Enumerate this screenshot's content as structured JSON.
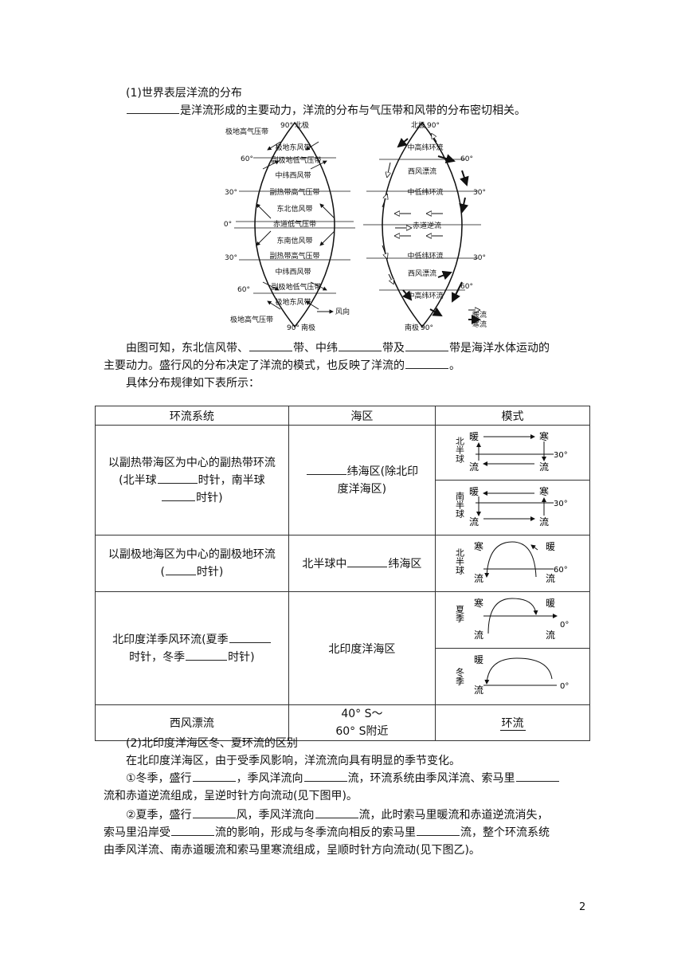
{
  "section1": {
    "title": "(1)世界表层洋流的分布",
    "intro_after_blank": "是洋流形成的主要动力，洋流的分布与气压带和风带的分布密切相关。"
  },
  "figure": {
    "left": {
      "top_label": "90°",
      "top_pole": "北极",
      "bottom_label": "90°",
      "bottom_pole": "南极",
      "belts": [
        "极地高气压带",
        "极地东风带",
        "副极地低气压带",
        "中纬西风带",
        "副热带高气压带",
        "东北信风带",
        "赤道低气压带",
        "东南信风带",
        "副热带高气压带",
        "中纬西风带",
        "副极地低气压带",
        "极地东风带",
        "极地高气压带"
      ],
      "lat_labels": [
        "60°",
        "30°",
        "0°",
        "30°",
        "60°"
      ],
      "wind_legend": "风向"
    },
    "right": {
      "top_pole": "北极",
      "top_label": "90°",
      "bottom_pole": "南极",
      "bottom_label": "90°",
      "lat_labels": [
        "60°",
        "30°",
        "30°",
        "60°"
      ],
      "labels": [
        "中高纬环流",
        "西风漂流",
        "中低纬环流",
        "赤道逆流",
        "中低纬环流",
        "西风漂流",
        "中高纬环流"
      ],
      "legend_warm": "暖流",
      "legend_cold": "寒流"
    }
  },
  "para2": {
    "l1_a": "由图可知，东北信风带、",
    "l1_b": "带、中纬",
    "l1_c": "带及",
    "l1_d": "带是海洋水体运动的",
    "l2_a": "主要动力。盛行风的分布决定了洋流的模式，也反映了洋流的",
    "l2_b": "。"
  },
  "para3": "具体分布规律如下表所示：",
  "table": {
    "headers": [
      "环流系统",
      "海区",
      "模式"
    ],
    "row1": {
      "sys_l1": "以副热带海区为中心的副热带环流",
      "sys_l2a": "(北半球",
      "sys_l2b": "时针，南半球",
      "sys_l3b": "时针)",
      "sea_l1b": "纬海区(除北印",
      "sea_l2": "度洋海区)"
    },
    "row2": {
      "sys_l1": "以副极地海区为中心的副极地环流",
      "sys_l2a": "(",
      "sys_l2b": "时针)",
      "sea_a": "北半球中",
      "sea_b": "纬海区"
    },
    "row3": {
      "sys_l1a": "北印度洋季风环流(夏季",
      "sys_l2b": "时针，冬季",
      "sys_l2d": "时针)",
      "sea": "北印度洋海区"
    },
    "row4": {
      "sys": "西风漂流",
      "sea_l1": "40° S～",
      "sea_l2": "60° S附近",
      "mode": "环流"
    },
    "modes": {
      "warm": "暖",
      "cold": "寒",
      "flow": "流",
      "nh": "北半球",
      "sh": "南半球",
      "summer": "夏季",
      "winter": "冬季",
      "lat30": "30°",
      "lat60": "60°",
      "lat0": "0°"
    }
  },
  "section2": {
    "title": "(2)北印度洋海区冬、夏环流的区别",
    "l1": "在北印度洋海区，由于受季风影响，洋流流向具有明显的季节变化。",
    "l2_a": "①冬季，盛行",
    "l2_b": "，季风洋流向",
    "l2_c": "流，环流系统由季风洋流、索马里",
    "l3": "流和赤道逆流组成，呈逆时针方向流动(见下图甲)。",
    "l4_a": "②夏季，盛行",
    "l4_b": "风，季风洋流向",
    "l4_c": "流，此时索马里暖流和赤道逆流消失，",
    "l5_a": "索马里沿岸受",
    "l5_b": "流的影响，形成与冬季流向相反的索马里",
    "l5_c": "流，整个环流系统",
    "l6": "由季风洋流、南赤道暖流和索马里寒流组成，呈顺时针方向流动(见下图乙)。"
  },
  "page_number": "2"
}
